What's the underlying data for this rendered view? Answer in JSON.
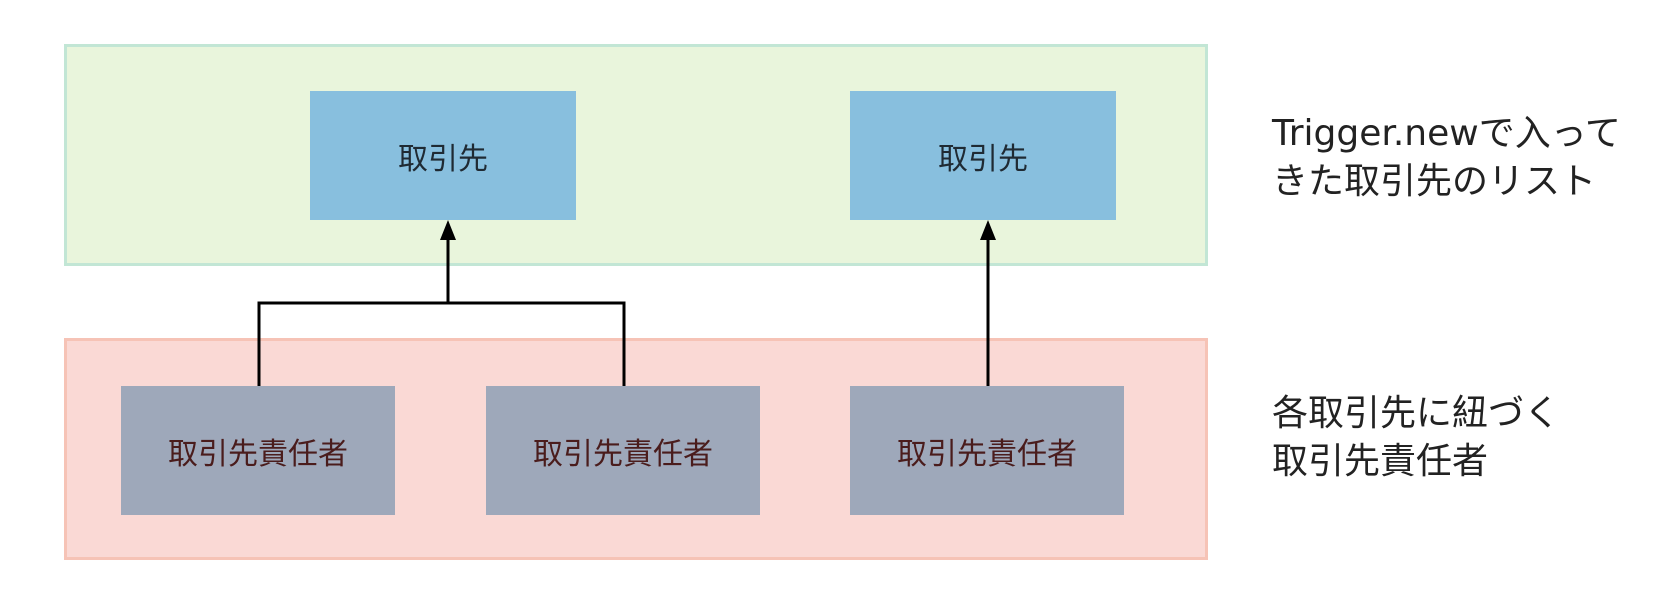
{
  "diagram": {
    "top_group": {
      "nodes": [
        {
          "label": "取引先"
        },
        {
          "label": "取引先"
        }
      ],
      "caption_lines": [
        "Trigger.newで入って",
        "きた取引先のリスト"
      ]
    },
    "bottom_group": {
      "nodes": [
        {
          "label": "取引先責任者"
        },
        {
          "label": "取引先責任者"
        },
        {
          "label": "取引先責任者"
        }
      ],
      "caption_lines": [
        "各取引先に紐づく",
        "取引先責任者"
      ]
    },
    "links": [
      {
        "from": "contact-1",
        "to": "account-1"
      },
      {
        "from": "contact-2",
        "to": "account-1"
      },
      {
        "from": "contact-3",
        "to": "account-2"
      }
    ],
    "colors": {
      "top_group_fill": "#e9f5dc",
      "top_group_border": "#c2e6d5",
      "bottom_group_fill": "#fad9d5",
      "bottom_group_border": "#f6c3b6",
      "account_node": "#88bfde",
      "contact_node": "#9ea8ba",
      "arrow": "#000000"
    }
  }
}
